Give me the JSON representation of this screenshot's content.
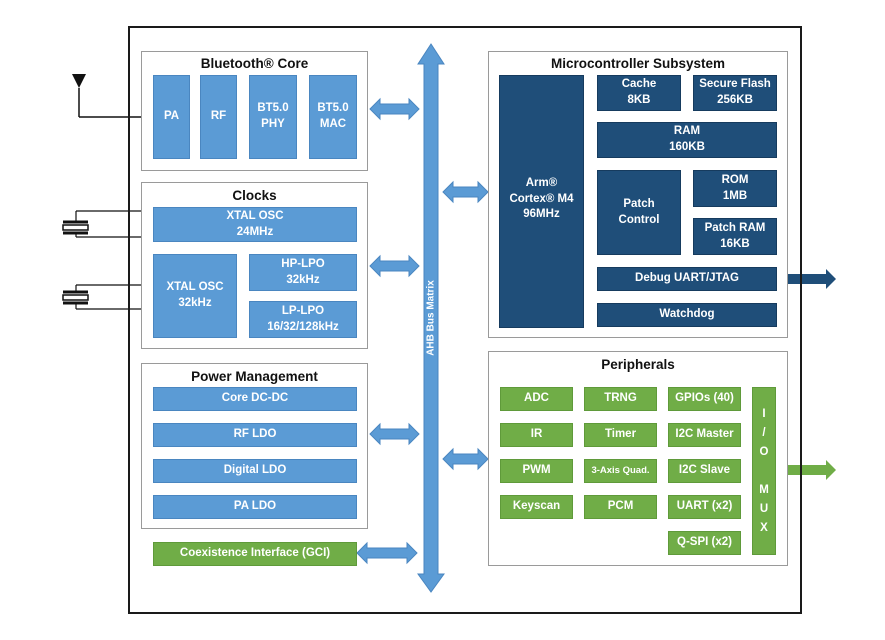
{
  "colors": {
    "light_block": "#5b9bd5",
    "dark_block": "#1f4e79",
    "green_block": "#70ad47",
    "arrow": "#5b9bd5",
    "dark_arrow": "#1f4e79",
    "green_arrow": "#70ad47"
  },
  "bluetooth": {
    "title": "Bluetooth® Core",
    "blocks": [
      "PA",
      "RF",
      "BT5.0\nPHY",
      "BT5.0\nMAC"
    ]
  },
  "clocks": {
    "title": "Clocks",
    "xtal24": "XTAL OSC\n24MHz",
    "xtal32": "XTAL OSC\n32kHz",
    "hplpo": "HP-LPO\n32kHz",
    "lplpo": "LP-LPO\n16/32/128kHz"
  },
  "power": {
    "title": "Power Management",
    "blocks": [
      "Core DC-DC",
      "RF LDO",
      "Digital LDO",
      "PA LDO"
    ]
  },
  "coex": "Coexistence Interface (GCI)",
  "bus": "AHB Bus Matrix",
  "mcu": {
    "title": "Microcontroller Subsystem",
    "cpu": "Arm®\nCortex® M4\n96MHz",
    "cache": "Cache\n8KB",
    "flash": "Secure Flash\n256KB",
    "ram": "RAM\n160KB",
    "patch_control": "Patch\nControl",
    "rom": "ROM\n1MB",
    "patch_ram": "Patch RAM\n16KB",
    "debug": "Debug UART/JTAG",
    "watchdog": "Watchdog"
  },
  "peripherals": {
    "title": "Peripherals",
    "col1": [
      "ADC",
      "IR",
      "PWM",
      "Keyscan"
    ],
    "col2": [
      "TRNG",
      "Timer",
      "3-Axis Quad.",
      "PCM"
    ],
    "col3": [
      "GPIOs (40)",
      "I2C Master",
      "I2C Slave",
      "UART (x2)",
      "Q-SPI (x2)"
    ],
    "iomux": [
      "I",
      "/",
      "O",
      "",
      "M",
      "U",
      "X"
    ]
  }
}
